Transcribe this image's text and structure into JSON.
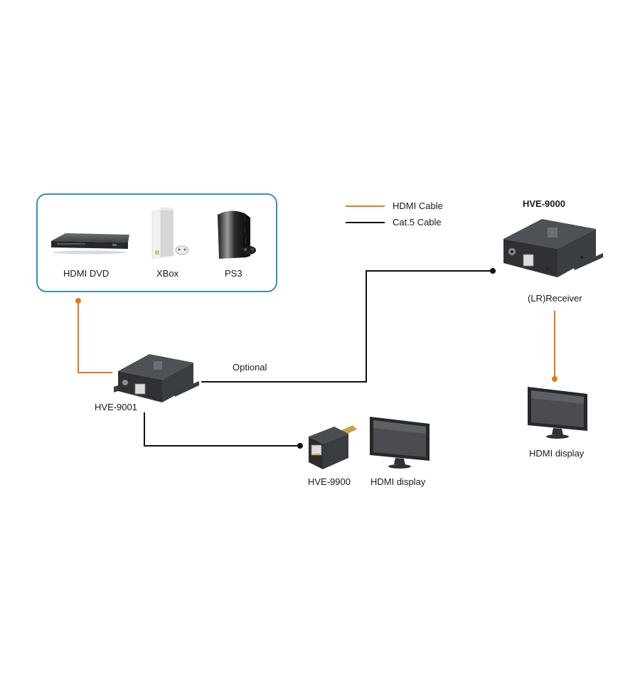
{
  "sources": {
    "items": [
      {
        "label": "HDMI DVD",
        "icon": "dvd-player-icon"
      },
      {
        "label": "XBox",
        "icon": "xbox-console-icon"
      },
      {
        "label": "PS3",
        "icon": "ps3-console-icon"
      }
    ]
  },
  "legend": {
    "hdmi_label": "HDMI Cable",
    "hdmi_color": "#e07a1a",
    "cat5_label": "Cat.5 Cable",
    "cat5_color": "#111111"
  },
  "transmitter": {
    "label": "HVE-9001"
  },
  "receiver": {
    "model": "HVE-9000",
    "label": "(LR)Receiver"
  },
  "link_label": "Optional",
  "adapter": {
    "label": "HVE-9900"
  },
  "display_local": {
    "label": "HDMI display"
  },
  "display_remote": {
    "label": "HDMI display"
  },
  "colors": {
    "frame": "#3d8db8",
    "device_body": "#3a3c3f"
  }
}
